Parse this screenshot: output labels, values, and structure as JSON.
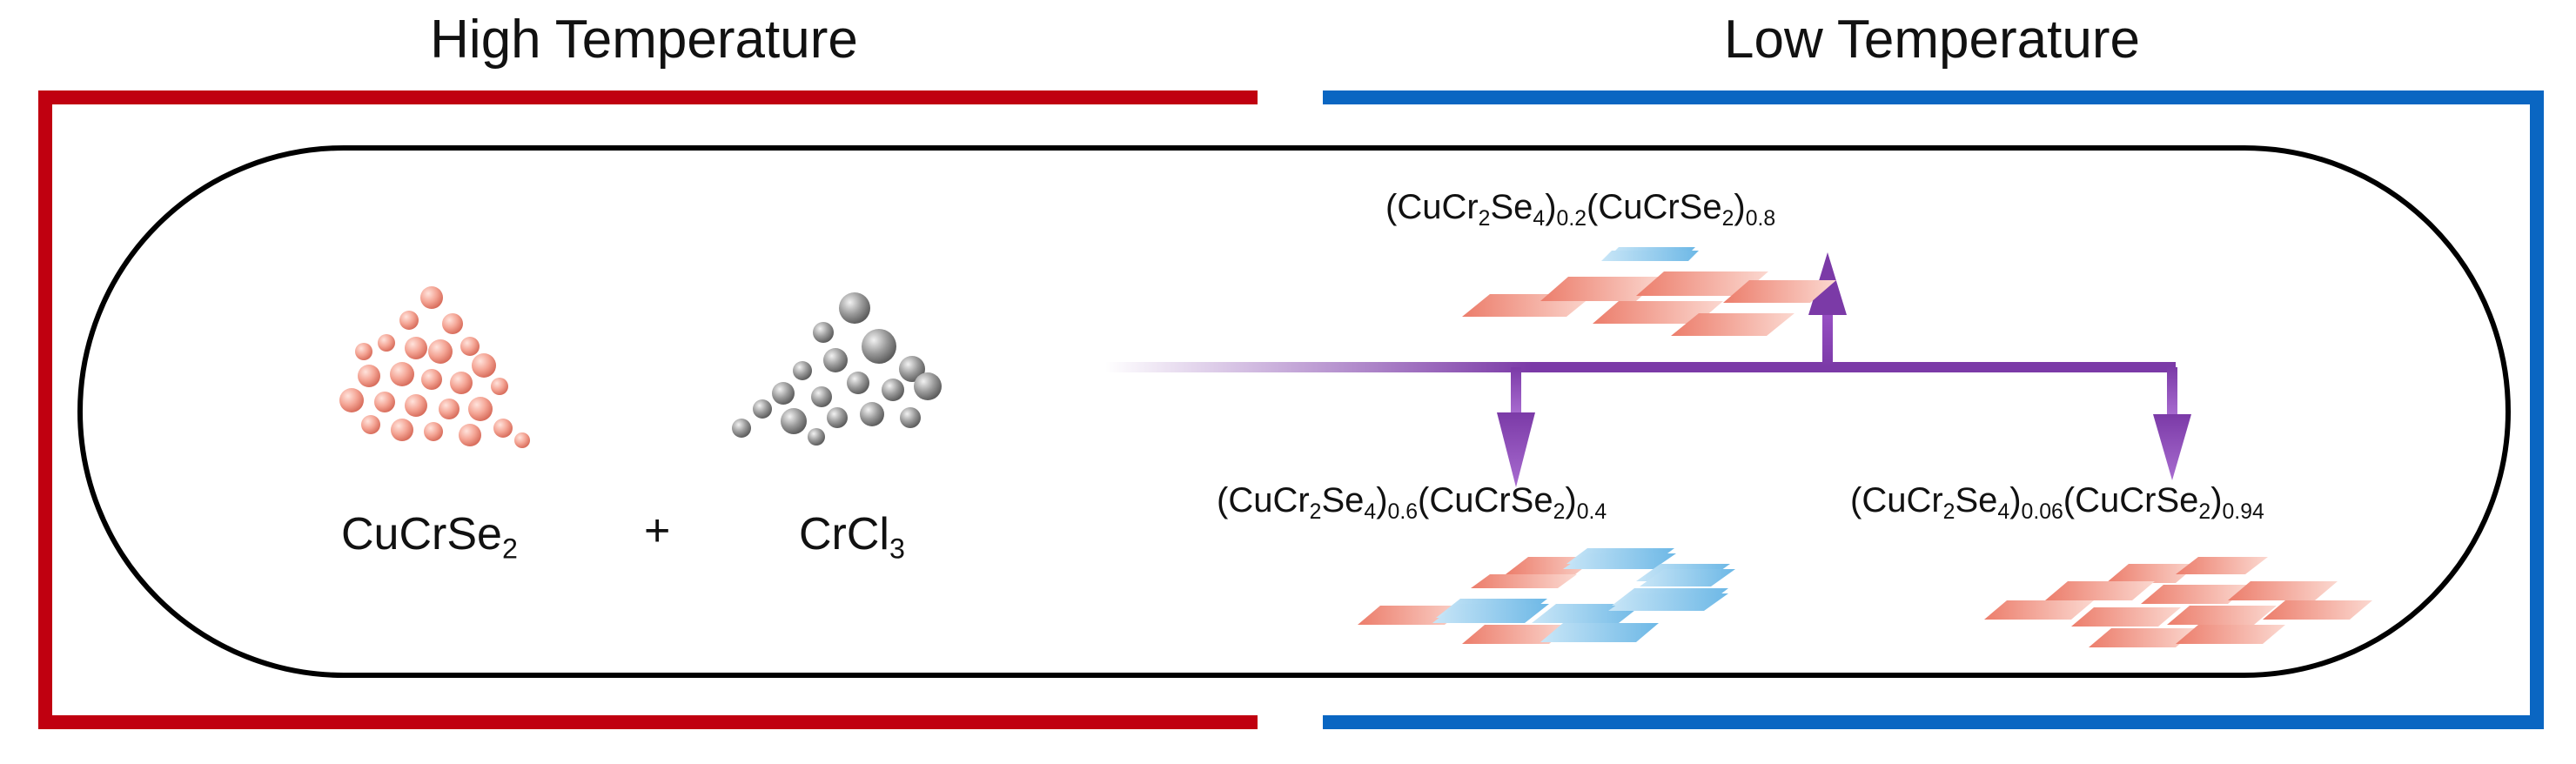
{
  "zones": {
    "high": {
      "label": "High Temperature",
      "color": "#c00010"
    },
    "low": {
      "label": "Low Temperature",
      "color": "#0a66c2"
    }
  },
  "reactants": {
    "first": {
      "base": "CuCrSe",
      "sub": "2"
    },
    "plus": "+",
    "second": {
      "base": "CrCl",
      "sub": "3"
    }
  },
  "products": {
    "top": {
      "a": "(CuCr",
      "a_sub": "2",
      "b": "Se",
      "b_sub": "4",
      "c": ")",
      "x": "0.2",
      "d": "(CuCrSe",
      "d_sub": "2",
      "e": ")",
      "y": "0.8"
    },
    "left": {
      "a": "(CuCr",
      "a_sub": "2",
      "b": "Se",
      "b_sub": "4",
      "c": ")",
      "x": "0.6",
      "d": "(CuCrSe",
      "d_sub": "2",
      "e": ")",
      "y": "0.4"
    },
    "right": {
      "a": "(CuCr",
      "a_sub": "2",
      "b": "Se",
      "b_sub": "4",
      "c": ")",
      "x": "0.06",
      "d": "(CuCrSe",
      "d_sub": "2",
      "e": ")",
      "y": "0.94"
    }
  },
  "colors": {
    "arrow": "#7b3aa7",
    "particle_salmon": "#f29a8a",
    "particle_gray": "#8a8a8a",
    "flake_salmon": "#ef8a78",
    "flake_blue": "#7ec3ea",
    "tube_outline": "#000000"
  }
}
